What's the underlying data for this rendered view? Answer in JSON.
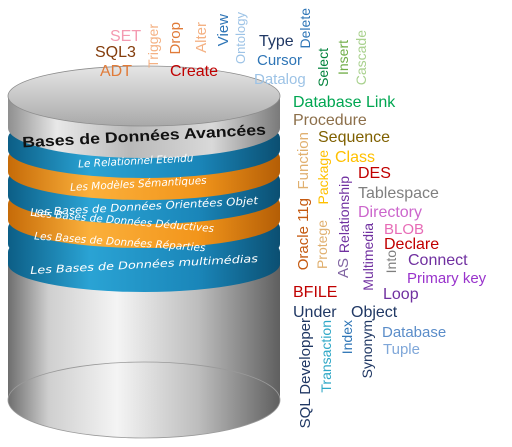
{
  "database": {
    "title": "Bases de Données Avancées",
    "layers": [
      "Le Relationnel Etendu",
      "Les Modèles Sémantiques",
      "Les Bases de Données Orientées Objet",
      "Les Bases de Données Déductives",
      "Les Bases de Données Réparties",
      "Les Bases de Données multimédias"
    ],
    "colors": {
      "blue_band": "#1e8dbd",
      "orange_band": "#f59a1c",
      "silver": "#c9c9c9",
      "dark_cyl": "#7d7d7d"
    }
  },
  "word_cloud": {
    "set": "SET",
    "trigger": "Trigger",
    "drop": "Drop",
    "alter": "Alter",
    "view": "View",
    "ontology": "Ontology",
    "type": "Type",
    "delete": "Delete",
    "sql3": "SQL3",
    "cursor": "Cursor",
    "select": "Select",
    "insert": "Insert",
    "cascade": "Cascade",
    "adt": "ADT",
    "create": "Create",
    "datalog": "Datalog",
    "database_link": "Database Link",
    "procedure": "Procedure",
    "sequence": "Sequence",
    "function": "Function",
    "package": "Package",
    "class": "Class",
    "des": "DES",
    "tablespace": "Tablespace",
    "directory": "Directory",
    "blob": "BLOB",
    "declare": "Declare",
    "connect": "Connect",
    "primary_key": "Primary key",
    "oracle11g": "Oracle 11g",
    "protege": "Protege",
    "as": "AS",
    "relationship": "Relationship",
    "multimedia": "Multimedia",
    "into": "Into",
    "bfile": "BFILE",
    "loop": "Loop",
    "under": "Under",
    "object": "Object",
    "sql_developper": "SQL Developper",
    "transaction": "Transaction",
    "index": "Index",
    "synonym": "Synonym",
    "database": "Database",
    "tuple": "Tuple"
  }
}
